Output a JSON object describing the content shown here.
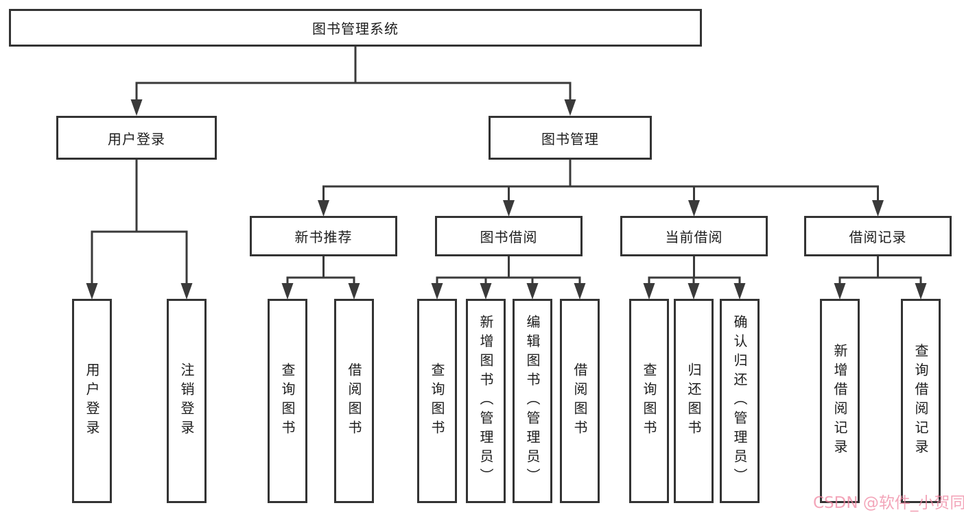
{
  "diagram": {
    "root": {
      "label": "图书管理系统"
    },
    "level2": [
      {
        "id": "user-login",
        "label": "用户登录"
      },
      {
        "id": "book-management",
        "label": "图书管理"
      }
    ],
    "level3": [
      {
        "id": "new-book-recommend",
        "label": "新书推荐"
      },
      {
        "id": "book-borrow",
        "label": "图书借阅"
      },
      {
        "id": "current-borrow",
        "label": "当前借阅"
      },
      {
        "id": "borrow-records",
        "label": "借阅记录"
      }
    ],
    "leaves": {
      "user_login": [
        "用户登录",
        "注销登录"
      ],
      "new_book": [
        "查询图书",
        "借阅图书"
      ],
      "book_borrow": [
        "查询图书",
        "新增图书（管理员）",
        "编辑图书（管理员）",
        "借阅图书"
      ],
      "current_borrow": [
        "查询图书",
        "归还图书",
        "确认归还（管理员）"
      ],
      "borrow_records": [
        "新增借阅记录",
        "查询借阅记录"
      ]
    }
  },
  "watermark": "CSDN @软件_小贺同学",
  "colors": {
    "line": "#3a3a3a",
    "border": "#333333",
    "text": "#1d1d1d",
    "watermark": "#ee829e",
    "background": "#ffffff"
  }
}
